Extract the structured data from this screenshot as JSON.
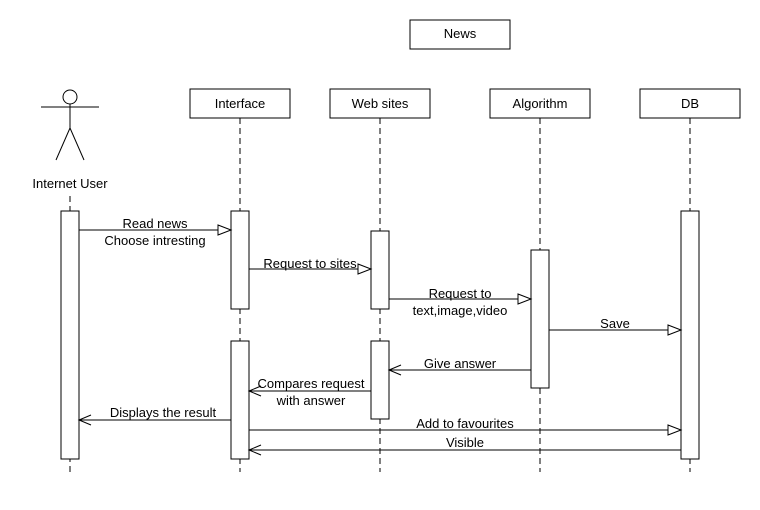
{
  "title": "News",
  "actor": {
    "label": "Internet User"
  },
  "participants": {
    "interface": "Interface",
    "web_sites": "Web sites",
    "algorithm": "Algorithm",
    "db": "DB"
  },
  "messages": {
    "read_news": [
      "Read news",
      "Choose intresting"
    ],
    "request_sites": [
      "Request to sites"
    ],
    "request_content": [
      "Request to",
      "text,image,video"
    ],
    "save": [
      "Save"
    ],
    "give_answer": [
      "Give answer"
    ],
    "compares": [
      "Compares request",
      "with answer"
    ],
    "displays_result": [
      "Displays the result"
    ],
    "add_favourites": [
      "Add to favourites"
    ],
    "visible": [
      "Visible"
    ]
  },
  "colors": {
    "line": "#000000",
    "background": "#ffffff"
  }
}
